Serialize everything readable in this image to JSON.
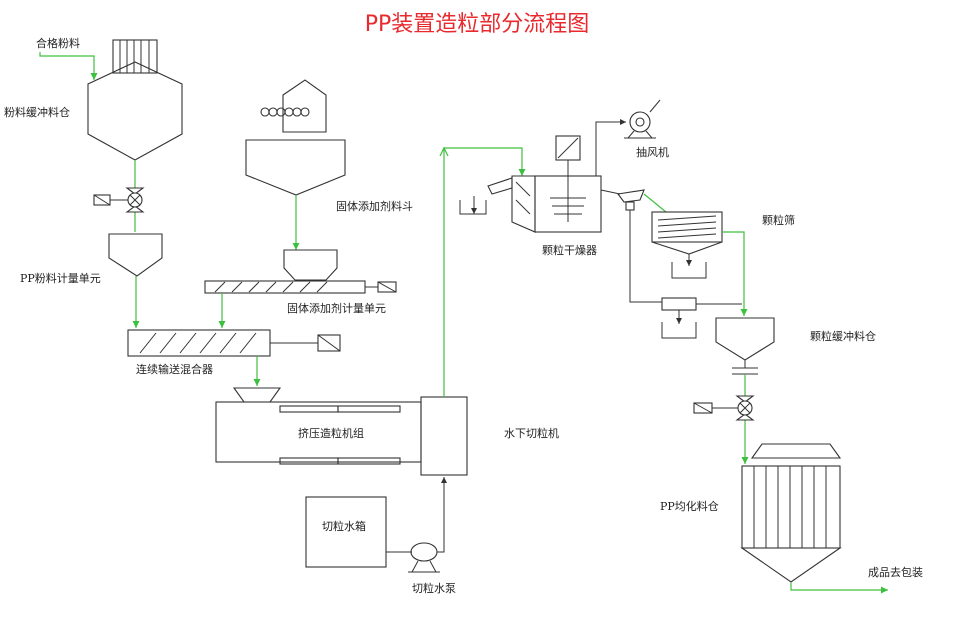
{
  "title": "PP装置造粒部分流程图",
  "colors": {
    "title": "#e8292e",
    "material_line": "#3fbf3f",
    "equipment": "#333333"
  },
  "labels": {
    "qualified_powder": "合格粉料",
    "powder_buffer_bin": "粉料缓冲料仓",
    "pp_powder_metering": "PP粉料计量单元",
    "solid_additive_hopper": "固体添加剂料斗",
    "solid_additive_metering": "固体添加剂计量单元",
    "continuous_mixer": "连续输送混合器",
    "extruder": "挤压造粒机组",
    "underwater_cutter": "水下切粒机",
    "cutting_water_tank": "切粒水箱",
    "cutting_water_pump": "切粒水泵",
    "pellet_dryer": "颗粒干燥器",
    "exhaust_fan": "抽风机",
    "pellet_screen": "颗粒筛",
    "pellet_buffer_bin": "颗粒缓冲料仓",
    "pp_blending_silo": "PP均化料仓",
    "finished_to_packing": "成品去包装"
  }
}
